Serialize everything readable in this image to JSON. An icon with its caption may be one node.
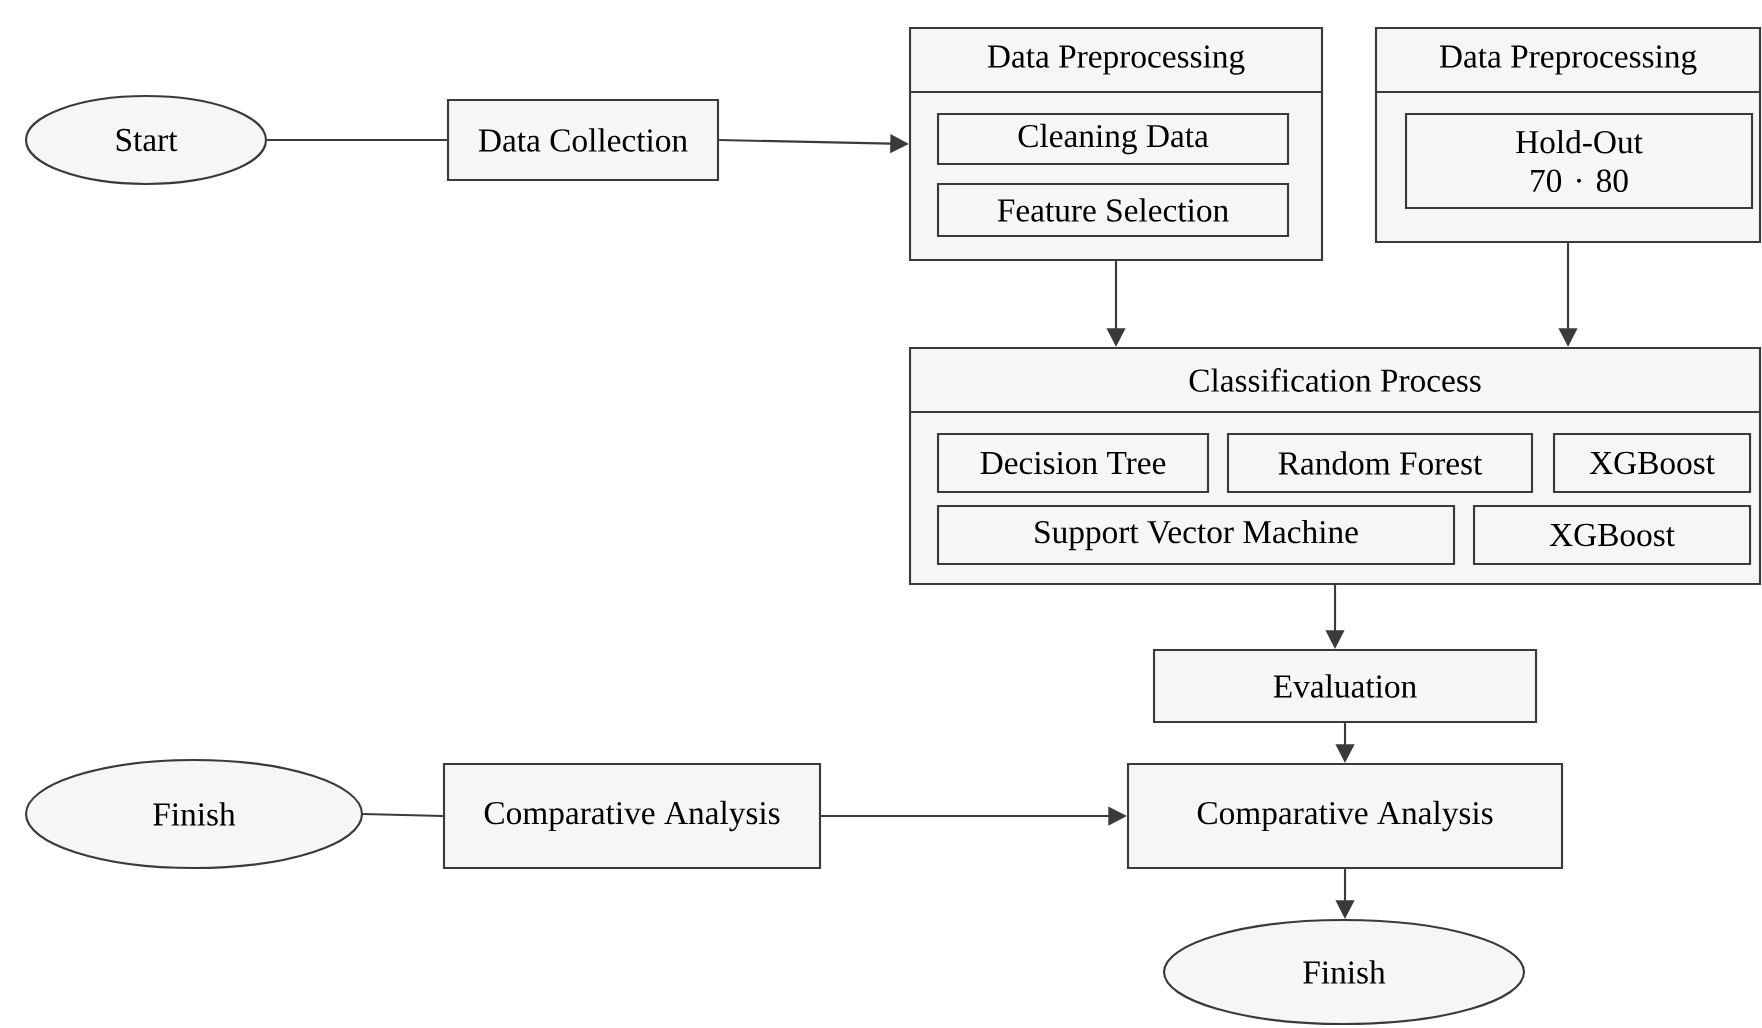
{
  "diagram": {
    "nodes": [
      {
        "text": [
          "Start"
        ]
      },
      {
        "text": [
          "Data Collection"
        ]
      },
      {
        "text": [
          "Data Preprocessing"
        ]
      },
      {
        "text": [
          "Cleaning Data"
        ],
        "in": 2
      },
      {
        "text": [
          "Feature Selection"
        ],
        "in": 2
      },
      {
        "text": [
          "Data Preprocessing"
        ]
      },
      {
        "text": [
          "Hold-Out 70 · 80"
        ],
        "in": 5
      },
      {
        "text": [
          "Classification Process"
        ]
      },
      {
        "text": [
          "Decision Tree"
        ],
        "in": 7
      },
      {
        "text": [
          "Random Forest"
        ],
        "in": 7
      },
      {
        "text": [
          "XGBoost"
        ],
        "in": 7
      },
      {
        "text": [
          "Support Vector Machine"
        ],
        "in": 7
      },
      {
        "text": [
          "XGBoost"
        ],
        "in": 7
      },
      {
        "text": [
          "Evaluation"
        ]
      },
      {
        "text": [
          "Comparative Analysis"
        ]
      },
      {
        "text": [
          "Finish"
        ]
      },
      {
        "text": [
          "Finish"
        ]
      },
      {
        "text": [
          "Comparative Analysis"
        ]
      }
    ],
    "edges": [
      {
        "from": 0,
        "to": 1,
        "arrow": "none"
      },
      {
        "from": 1,
        "to": 2,
        "arrow": "to"
      },
      {
        "from": 2,
        "to": 7,
        "arrow": "to"
      },
      {
        "from": 5,
        "to": 7,
        "arrow": "to"
      },
      {
        "from": 7,
        "to": 13,
        "arrow": "to"
      },
      {
        "from": 13,
        "to": 14,
        "arrow": "to"
      },
      {
        "from": 14,
        "to": 15,
        "arrow": "to"
      },
      {
        "from": 16,
        "to": 17,
        "arrow": "none"
      },
      {
        "from": 17,
        "to": 14,
        "arrow": "to"
      }
    ]
  }
}
